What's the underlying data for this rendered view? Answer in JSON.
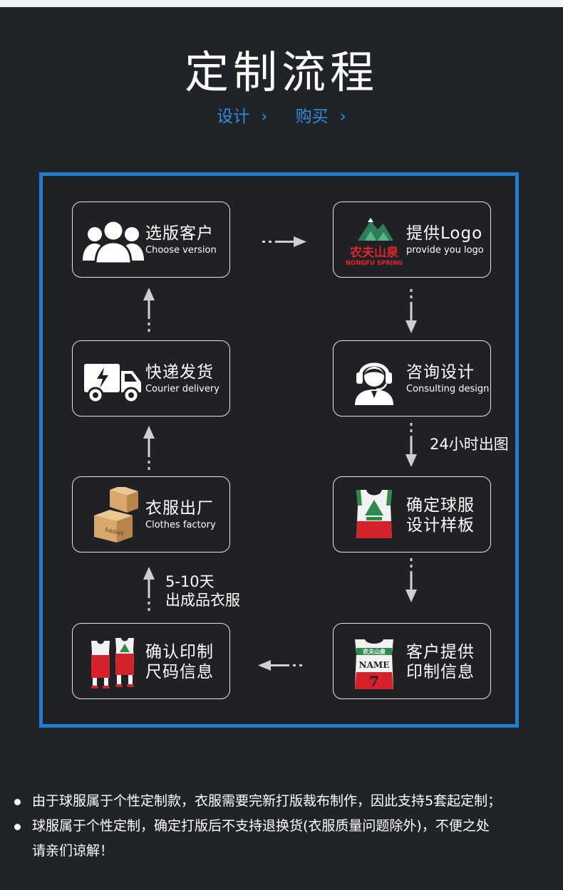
{
  "header": {
    "title": "定制流程",
    "nav": [
      {
        "label": "设计"
      },
      {
        "label": "购买"
      }
    ]
  },
  "cards": {
    "choose": {
      "title": "选版客户",
      "subtitle": "Choose version"
    },
    "logo": {
      "title": "提供Logo",
      "subtitle": "provide you logo",
      "logo_text_zh": "农夫山泉",
      "logo_text_en": "NONGFU SPRING"
    },
    "consult": {
      "title": "咨询设计",
      "subtitle": "Consulting design"
    },
    "sample": {
      "title_line1": "确定球服",
      "title_line2": "设计样板"
    },
    "info": {
      "title_line1": "客户提供",
      "title_line2": "印制信息",
      "jersey_name": "NAME",
      "jersey_number": "7"
    },
    "confirm": {
      "title_line1": "确认印制",
      "title_line2": "尺码信息"
    },
    "factory": {
      "title": "衣服出厂",
      "subtitle": "Clothes factory",
      "box_label": "basket"
    },
    "courier": {
      "title": "快递发货",
      "subtitle": "Courier delivery"
    }
  },
  "notes": {
    "design_time": "24小时出图",
    "production_line1": "5-10天",
    "production_line2": "出成品衣服"
  },
  "footer": {
    "bullets": [
      {
        "text": "由于球服属于个性定制款，衣服需要完新打版裁布制作，因此支持5套起定制；"
      },
      {
        "text": "球服属于个性定制，确定打版后不支持退换货(衣服质量问题除外)，不便之处"
      }
    ],
    "continuation": "请亲们谅解！"
  },
  "colors": {
    "accent": "#1e7ed1",
    "background": "#202327",
    "jersey_green": "#2f8a4e",
    "jersey_red": "#d3222a"
  }
}
